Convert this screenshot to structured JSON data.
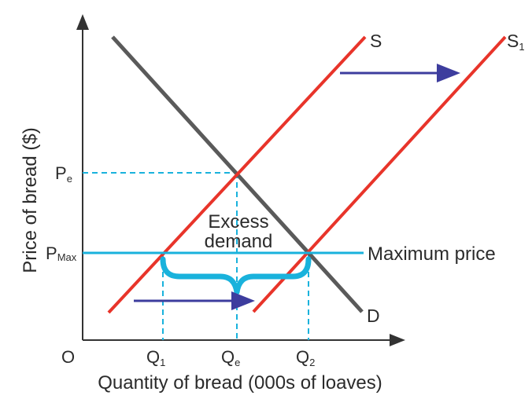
{
  "diagram": {
    "y_axis_title": "Price of bread ($)",
    "x_axis_title": "Quantity of bread (000s of loaves)",
    "origin_label": "O",
    "price_labels": {
      "equilibrium": {
        "main": "P",
        "sub": "e"
      },
      "maximum": {
        "main": "P",
        "sub": "Max"
      }
    },
    "quantity_labels": {
      "q1": {
        "main": "Q",
        "sub": "1"
      },
      "qe": {
        "main": "Q",
        "sub": "e"
      },
      "q2": {
        "main": "Q",
        "sub": "2"
      }
    },
    "curves": {
      "supply": {
        "main": "S",
        "sub": ""
      },
      "supply_shifted": {
        "main": "S",
        "sub": "1"
      },
      "demand": {
        "main": "D",
        "sub": ""
      }
    },
    "annotations": {
      "excess_line1": "Excess",
      "excess_line2": "demand",
      "maximum_price": "Maximum price"
    },
    "colors": {
      "supply": "#e8342a",
      "demand": "#5a5a5a",
      "price_ceiling": "#19b2dc",
      "guides": "#19b2dc",
      "arrows": "#3d3d9e",
      "axes": "#333333",
      "text": "#2b2b2b"
    }
  }
}
